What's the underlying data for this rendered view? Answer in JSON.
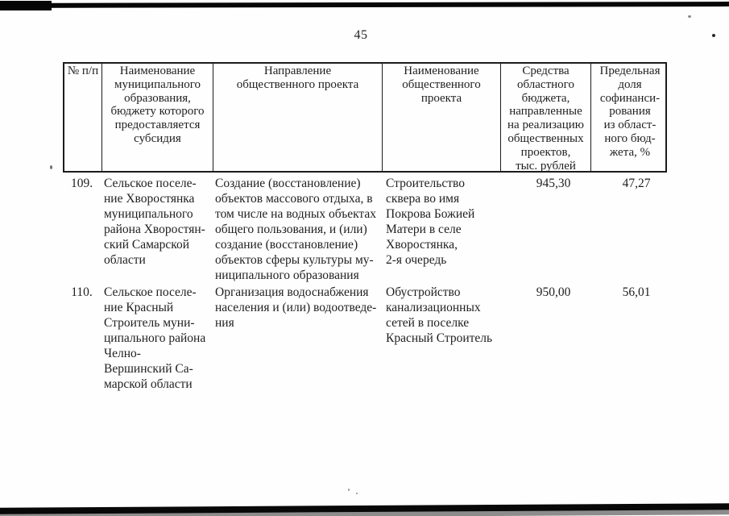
{
  "page_number": "45",
  "table": {
    "headers": {
      "num": "№ п/п",
      "municipality": "Наименование\nмуниципального\nобразования,\nбюджету которого\nпредоставляется\nсубсидия",
      "direction": "Направление\nобщественного проекта",
      "project": "Наименование\nобщественного\nпроекта",
      "funds": "Средства\nобластного\nбюджета,\nнаправленные\nна реализацию\nобщественных\nпроектов,\nтыс. рублей",
      "share": "Предельная\nдоля\nсофинанси-\nрования\nиз област-\nного бюд-\nжета, %"
    },
    "rows": [
      {
        "num": "109.",
        "municipality": "Сельское поселе-\nние Хворостянка\nмуниципального\nрайона Хворостян-\nский Самарской\nобласти",
        "direction": "Создание (восстановление)\nобъектов массового отдыха, в\nтом числе на водных объектах\nобщего пользования, и (или)\nсоздание (восстановление)\nобъектов сферы культуры му-\nниципального образования",
        "project": "Строительство\nсквера во имя\nПокрова Божией\nМатери в селе\nХворостянка,\n2-я очередь",
        "funds": "945,30",
        "share": "47,27"
      },
      {
        "num": "110.",
        "municipality": "Сельское поселе-\nние Красный\nСтроитель муни-\nципального района\nЧелно-\nВершинский Са-\nмарской области",
        "direction": "Организация водоснабжения\nнаселения и (или) водоотведе-\nния",
        "project": "Обустройство\nканализационных\nсетей в поселке\nКрасный Строитель",
        "funds": "950,00",
        "share": "56,01"
      }
    ]
  }
}
